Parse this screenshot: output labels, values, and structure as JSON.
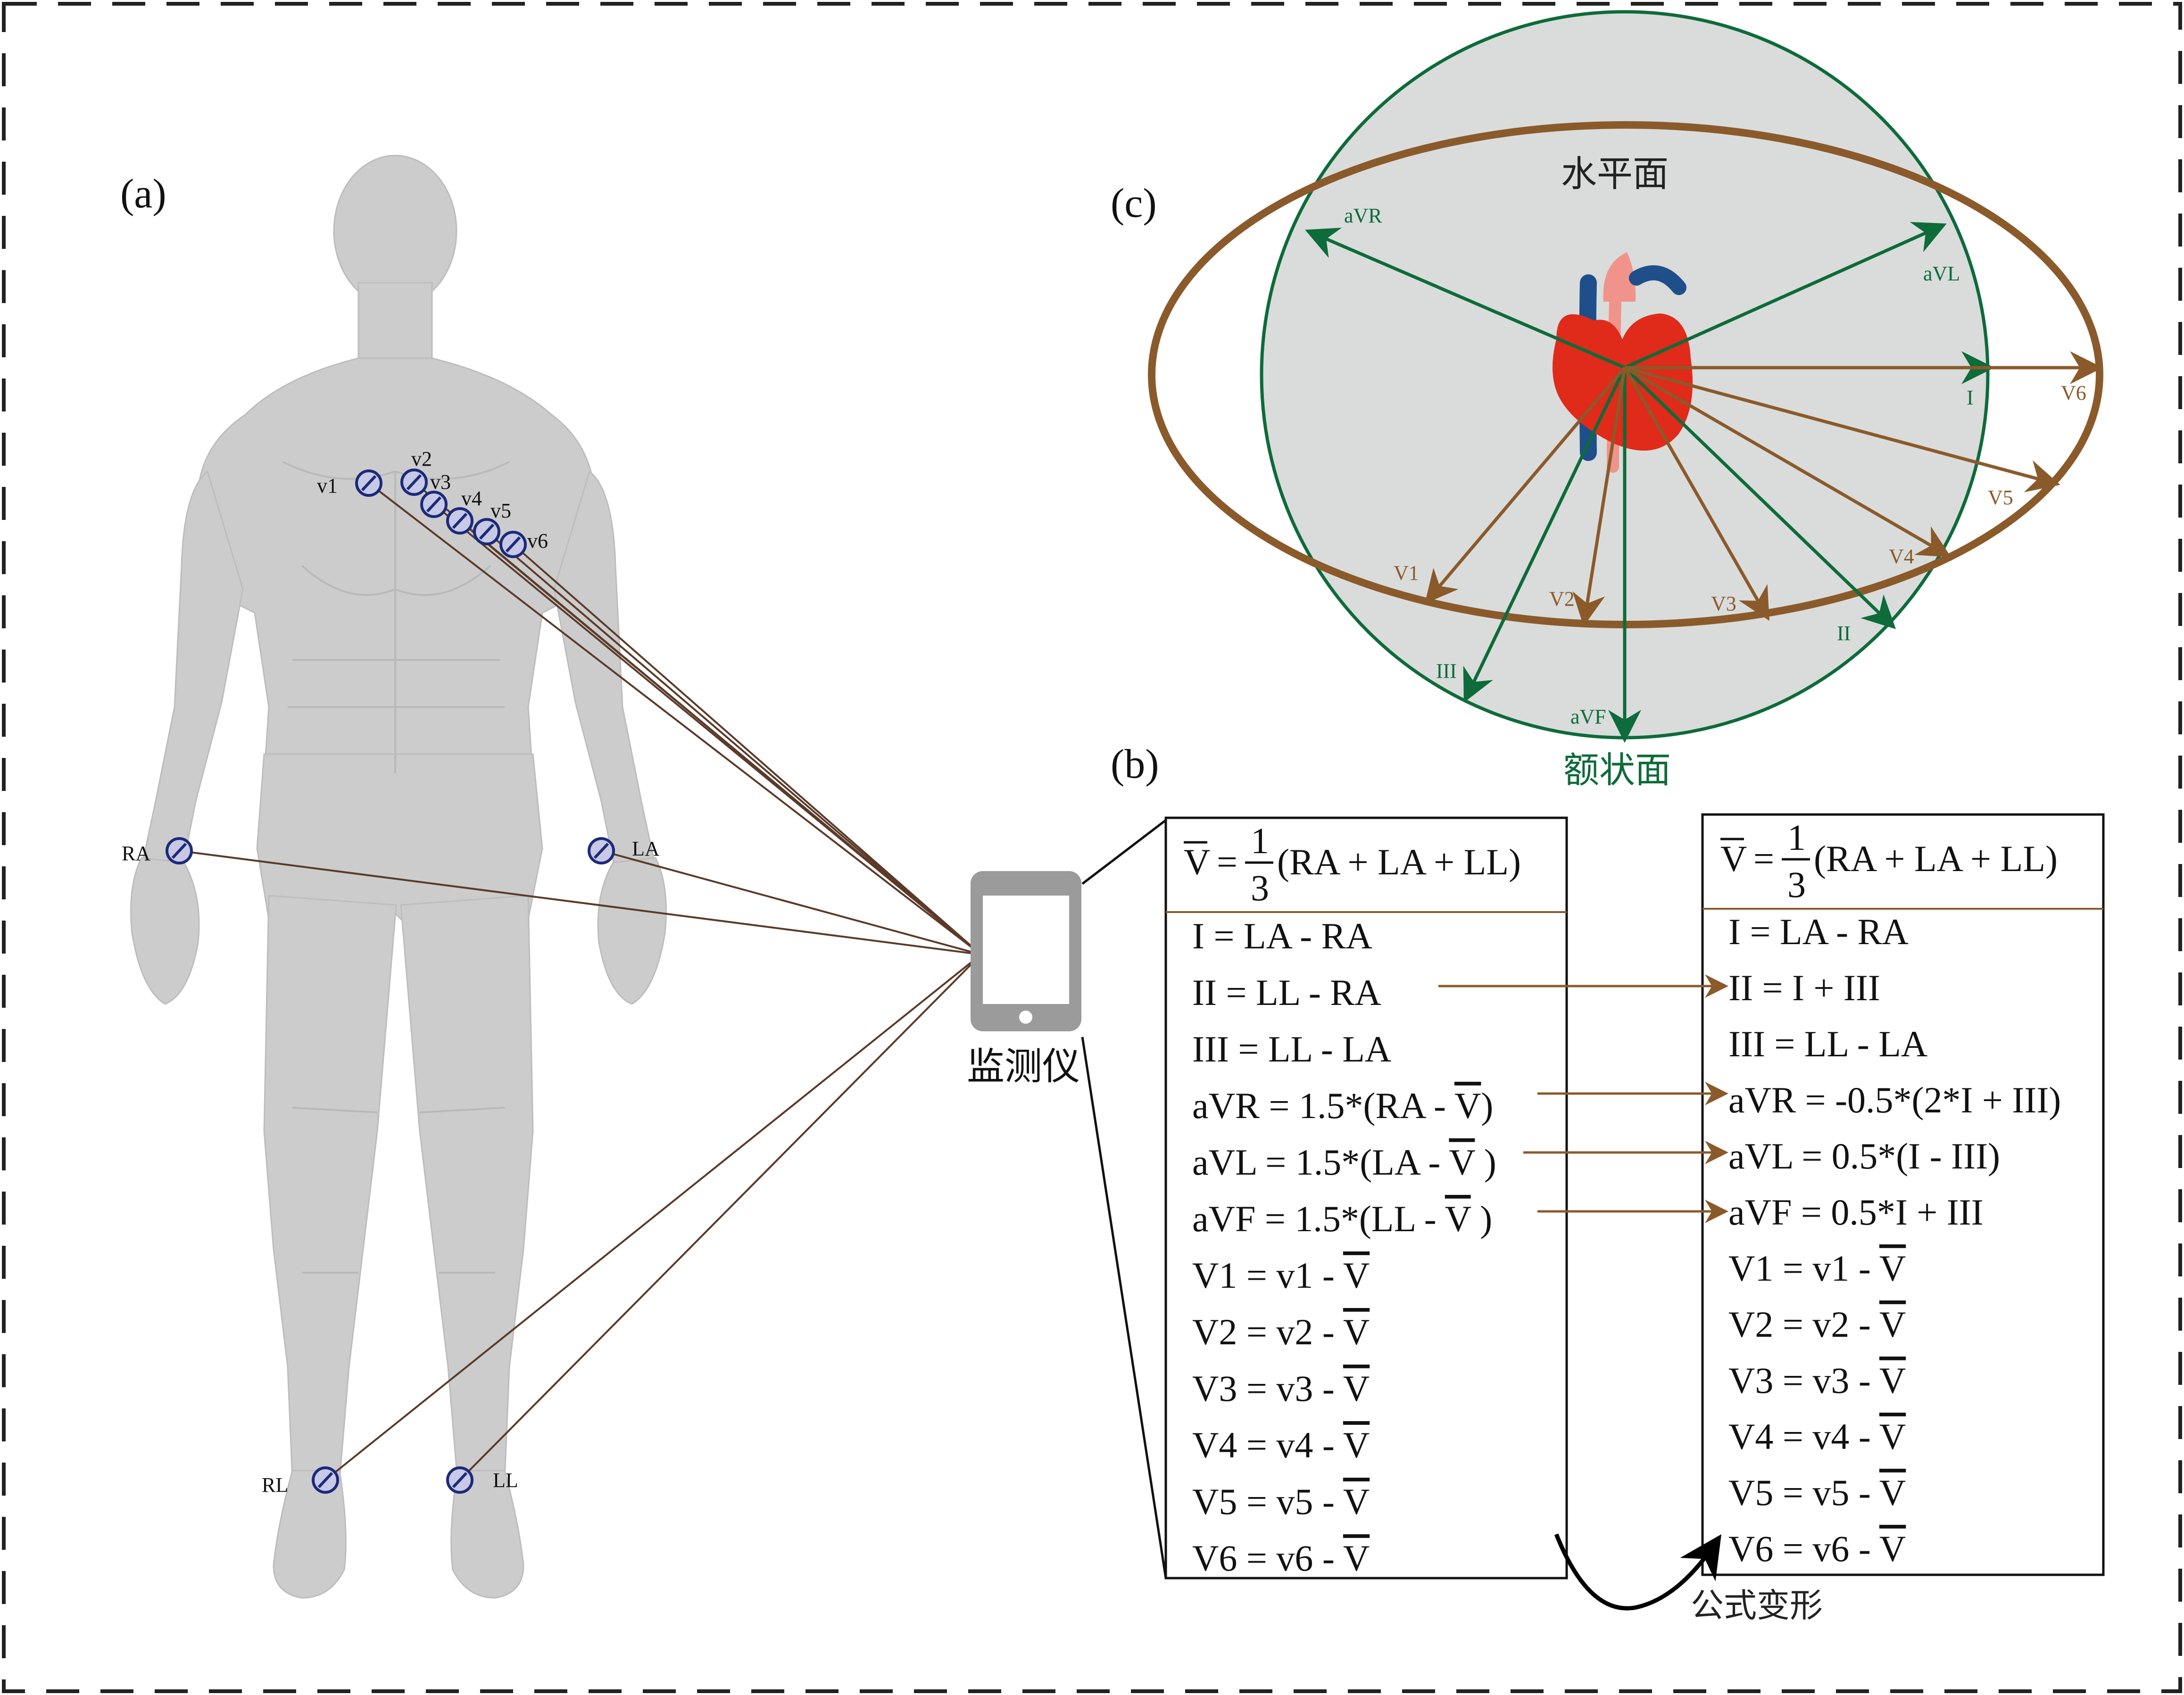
{
  "panels": {
    "a": "(a)",
    "b": "(b)",
    "c": "(c)"
  },
  "body_electrodes": {
    "chest": [
      "v1",
      "v2",
      "v3",
      "v4",
      "v5",
      "v6"
    ],
    "limbs": {
      "ra": "RA",
      "la": "LA",
      "rl": "RL",
      "ll": "LL"
    }
  },
  "monitor": {
    "label": "监测仪"
  },
  "heart_diagram": {
    "horizontal_plane": "水平面",
    "frontal_plane": "额状面",
    "frontal_leads": [
      "aVR",
      "aVL",
      "I",
      "II",
      "III",
      "aVF"
    ],
    "chest_leads": [
      "V1",
      "V2",
      "V3",
      "V4",
      "V5",
      "V6"
    ]
  },
  "equations": {
    "header": {
      "vbar": "V",
      "eq": "=",
      "num": "1",
      "den": "3",
      "expr": "(RA + LA + LL)"
    },
    "left": {
      "rows": [
        [
          "I = LA - RA"
        ],
        [
          "II = LL - RA"
        ],
        [
          "III = LL - LA"
        ],
        [
          "aVR = 1.5*(RA - ",
          "V",
          ")"
        ],
        [
          "aVL = 1.5*(LA - ",
          "V",
          " )"
        ],
        [
          "aVF = 1.5*(LL - ",
          "V",
          " )"
        ],
        [
          "V1 = v1 - ",
          "V"
        ],
        [
          "V2 = v2 - ",
          "V"
        ],
        [
          "V3 = v3 - ",
          "V"
        ],
        [
          "V4 = v4 - ",
          "V"
        ],
        [
          "V5 = v5 - ",
          "V"
        ],
        [
          "V6 = v6 - ",
          "V"
        ]
      ]
    },
    "right": {
      "rows": [
        [
          "I = LA - RA"
        ],
        [
          "II = I + III"
        ],
        [
          "III = LL - LA"
        ],
        [
          "aVR = -0.5*(2*I + III)"
        ],
        [
          "aVL = 0.5*(I - III)"
        ],
        [
          "aVF = 0.5*I + III"
        ],
        [
          "V1 = v1 - ",
          "V"
        ],
        [
          "V2 = v2 - ",
          "V"
        ],
        [
          "V3 = v3 - ",
          "V"
        ],
        [
          "V4 = v4 - ",
          "V"
        ],
        [
          "V5 = v5 - ",
          "V"
        ],
        [
          "V6 = v6 - ",
          "V"
        ]
      ]
    },
    "transform_label": "公式变形"
  },
  "colors": {
    "body": "#cccccc",
    "wire": "#5b3a29",
    "electrode": "#1c2a7a",
    "electrode_fill": "#c7c9e6",
    "frontal": "#0e6b3a",
    "horizontal": "#8b5a2b",
    "heart": "#e02a1a",
    "heart_vessel_blue": "#1e4f8a",
    "heart_vessel_pink": "#f0938a",
    "circle_fill": "#d9dcdb",
    "monitor": "#9b9b9b"
  }
}
